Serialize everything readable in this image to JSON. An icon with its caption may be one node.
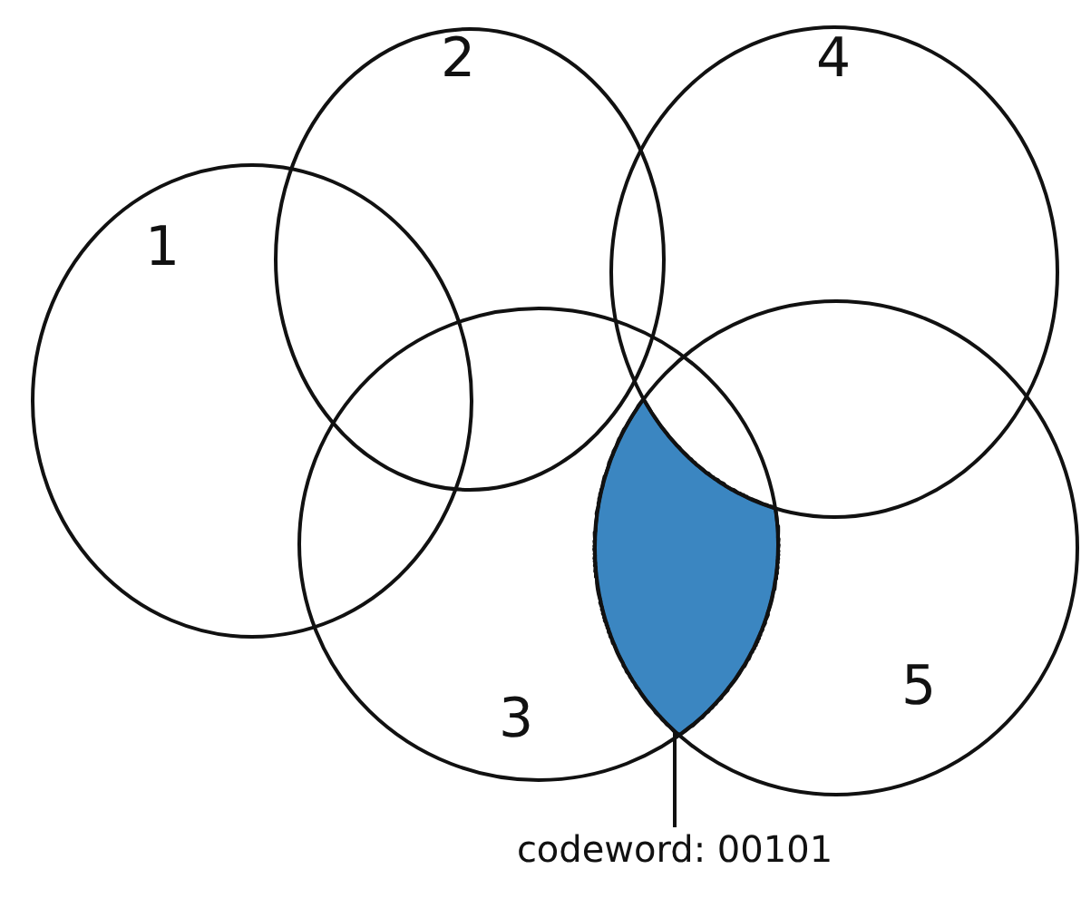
{
  "diagram": {
    "nodes": [
      {
        "text": [
          "1"
        ]
      },
      {
        "text": [
          "2"
        ]
      },
      {
        "text": [
          "3"
        ]
      },
      {
        "text": [
          "4"
        ]
      },
      {
        "text": [
          "5"
        ]
      },
      {
        "text": [],
        "shape": "region"
      },
      {
        "text": [
          "codeword: 00101"
        ]
      }
    ],
    "edges": [
      {
        "from": 6,
        "to": 5,
        "arrow": "none"
      }
    ]
  }
}
